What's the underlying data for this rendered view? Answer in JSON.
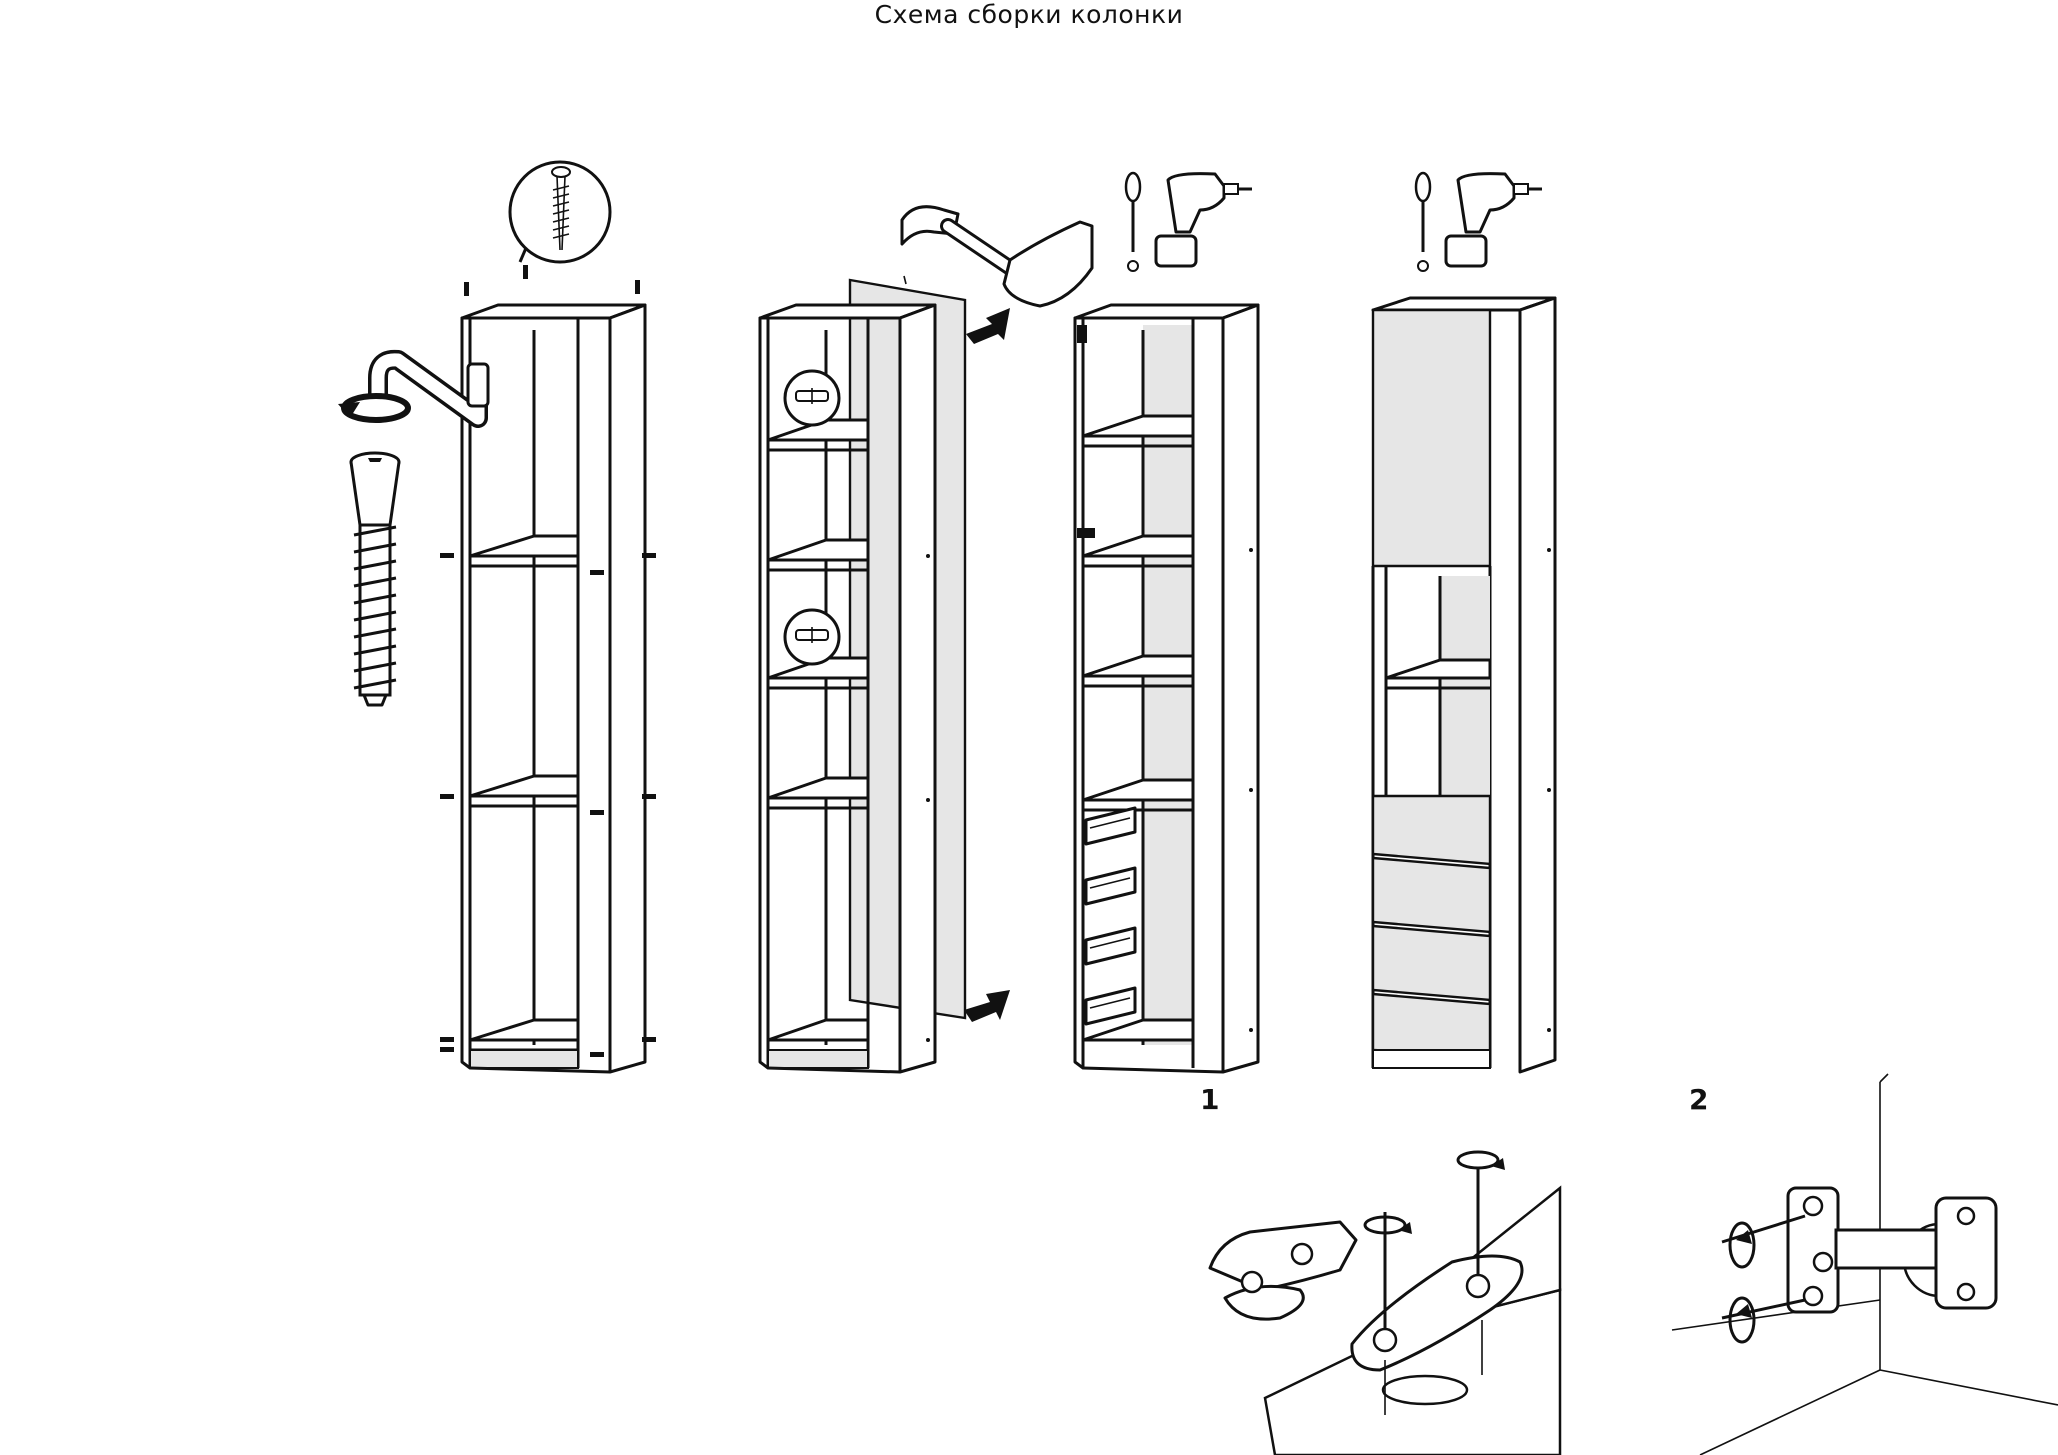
{
  "title": "Схема сборки колонки",
  "step_labels": {
    "step1": "1",
    "step2": "2"
  },
  "icons": [
    "screw-detail-icon",
    "hex-key-icon",
    "rotate-arrow-icon",
    "confirmat-screw-icon",
    "dowel-detail-icon",
    "hammer-icon",
    "screwdriver-icon",
    "drill-icon",
    "arrow-icon",
    "hinge-plate-icon",
    "hinge-icon"
  ]
}
